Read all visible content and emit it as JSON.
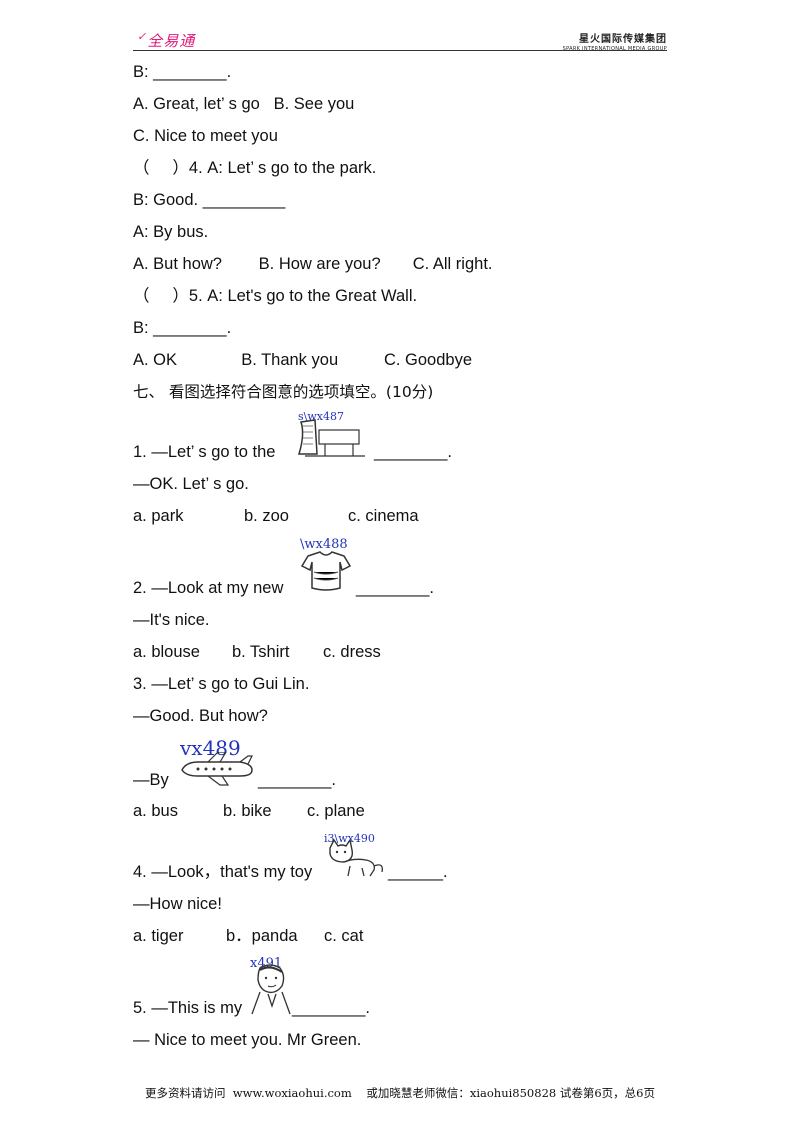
{
  "header": {
    "logo": "全易通",
    "publisher_cn": "星火国际传媒集团",
    "publisher_en": "SPARK INTERNATIONAL MEDIA GROUP"
  },
  "lines": [
    "B: ________.",
    "A. Great, let’ s go   B. See you",
    "C. Nice to meet you",
    "（     ）4. A: Let’ s go to the park.",
    "B: Good. _________",
    "A: By bus.",
    "A. But how?        B. How are you?       C. All right.",
    "（     ）5. A: Let's go to the Great Wall.",
    "B: ________.",
    "A. OK              B. Thank you          C. Goodbye",
    "七、 看图选择符合图意的选项填空。(10分)"
  ],
  "questions": {
    "q1": {
      "prompt": "1. —Let’ s go to the",
      "blank": "________.",
      "reply": "—OK. Let’ s go.",
      "options": [
        "a. park",
        "b. zoo",
        "c. cinema"
      ],
      "tag": "s\\wx487"
    },
    "q2": {
      "prompt": "2. —Look at my new",
      "blank": "________.",
      "reply": "—It's nice.",
      "options": [
        "a. blouse",
        "b. Tshirt",
        "c. dress"
      ],
      "tag": "\\wx488"
    },
    "q3": {
      "prompt": "3. —Let’ s go to Gui Lin.",
      "reply": "—Good. But how?",
      "lead": "—By",
      "blank": "________.",
      "options": [
        "a. bus",
        "b. bike",
        "c. plane"
      ],
      "tag": "vx489"
    },
    "q4": {
      "prompt": "4. —Look，that's my toy",
      "blank": "______.",
      "reply": "—How nice!",
      "options": [
        "a. tiger",
        "b．panda",
        "c. cat"
      ],
      "tag": "i3\\wx490"
    },
    "q5": {
      "prompt": "5. —This is my",
      "blank": "________.",
      "reply": "— Nice to meet you. Mr Green.",
      "tag": "x491"
    }
  },
  "footer": "更多资料请访问  www.woxiaohui.com    或加晓慧老师微信：xiaohui850828 试卷第6页，总6页"
}
